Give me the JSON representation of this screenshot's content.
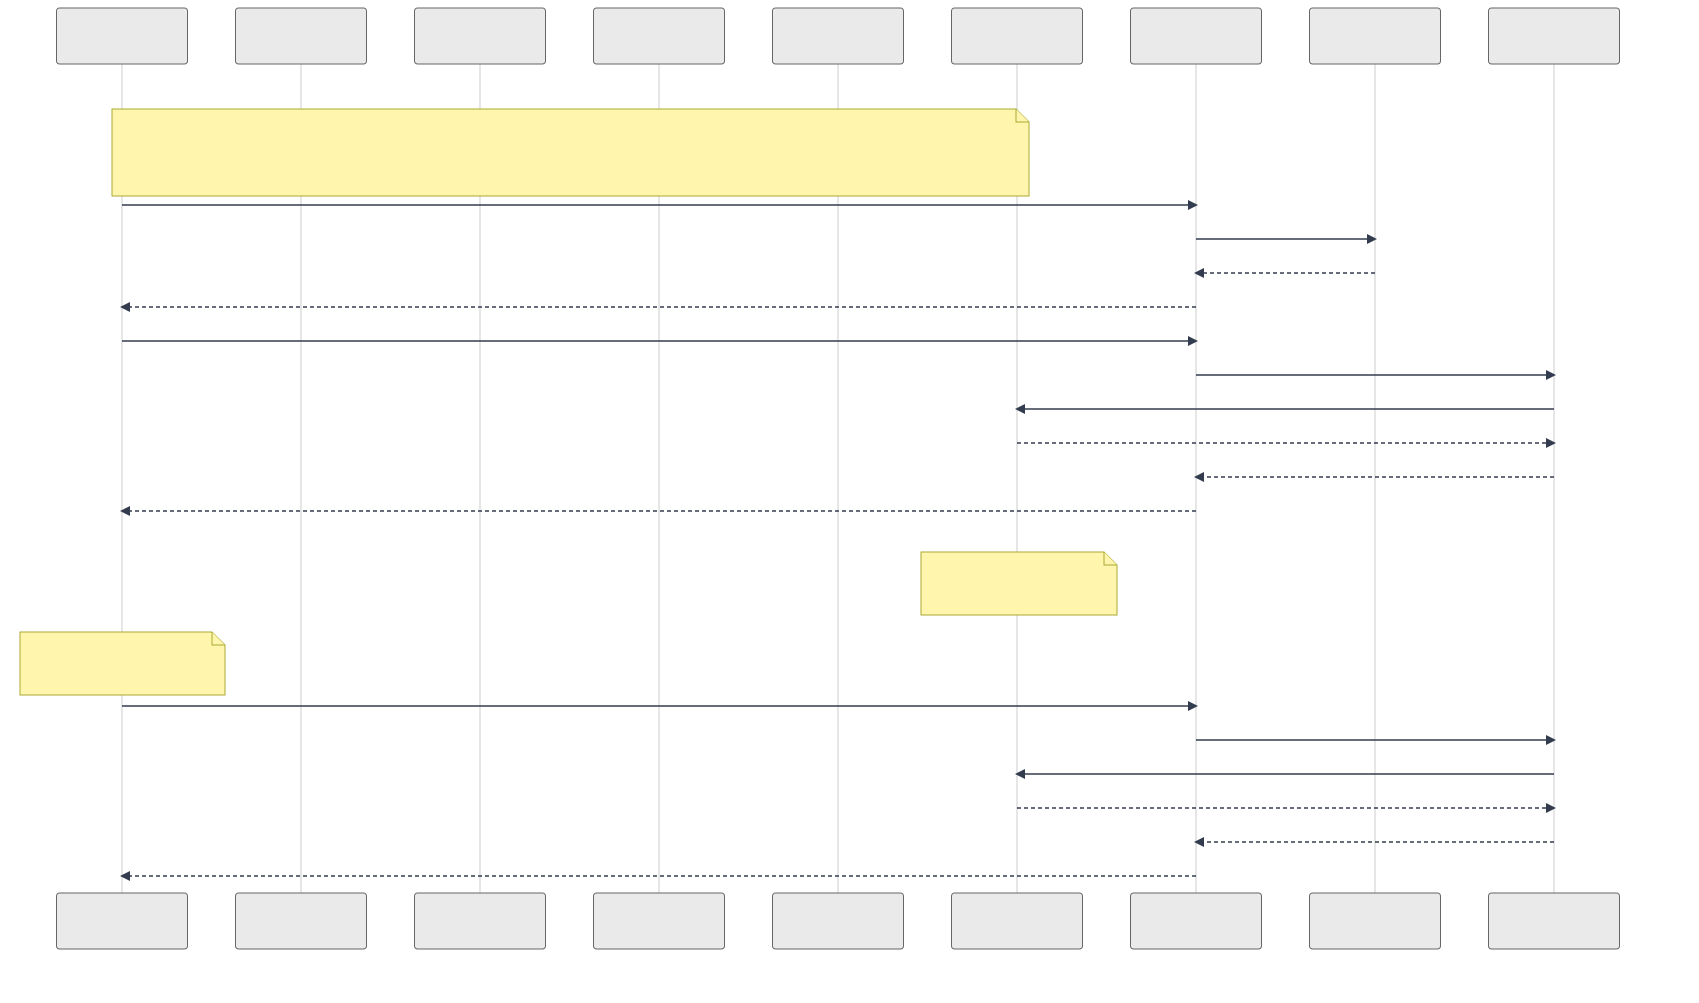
{
  "diagram": {
    "type": "sequence",
    "participants": [
      {
        "id": "p1",
        "label": ""
      },
      {
        "id": "p2",
        "label": ""
      },
      {
        "id": "p3",
        "label": ""
      },
      {
        "id": "p4",
        "label": ""
      },
      {
        "id": "p5",
        "label": ""
      },
      {
        "id": "p6",
        "label": ""
      },
      {
        "id": "p7",
        "label": ""
      },
      {
        "id": "p8",
        "label": ""
      },
      {
        "id": "p9",
        "label": ""
      }
    ],
    "notes": [
      {
        "id": "note-1",
        "text": ""
      },
      {
        "id": "note-2",
        "text": ""
      },
      {
        "id": "note-3",
        "text": ""
      }
    ],
    "messages": [
      {
        "from": "p1",
        "to": "p7",
        "style": "solid",
        "label": ""
      },
      {
        "from": "p7",
        "to": "p8",
        "style": "solid",
        "label": ""
      },
      {
        "from": "p8",
        "to": "p7",
        "style": "dashed",
        "label": ""
      },
      {
        "from": "p7",
        "to": "p1",
        "style": "dashed",
        "label": ""
      },
      {
        "from": "p1",
        "to": "p7",
        "style": "solid",
        "label": ""
      },
      {
        "from": "p7",
        "to": "p9",
        "style": "solid",
        "label": ""
      },
      {
        "from": "p9",
        "to": "p6",
        "style": "solid",
        "label": ""
      },
      {
        "from": "p6",
        "to": "p9",
        "style": "dashed",
        "label": ""
      },
      {
        "from": "p9",
        "to": "p7",
        "style": "dashed",
        "label": ""
      },
      {
        "from": "p7",
        "to": "p1",
        "style": "dashed",
        "label": ""
      },
      {
        "from": "p1",
        "to": "p7",
        "style": "solid",
        "label": ""
      },
      {
        "from": "p7",
        "to": "p9",
        "style": "solid",
        "label": ""
      },
      {
        "from": "p9",
        "to": "p6",
        "style": "solid",
        "label": ""
      },
      {
        "from": "p6",
        "to": "p9",
        "style": "dashed",
        "label": ""
      },
      {
        "from": "p9",
        "to": "p7",
        "style": "dashed",
        "label": ""
      },
      {
        "from": "p7",
        "to": "p1",
        "style": "dashed",
        "label": ""
      }
    ],
    "colors": {
      "actor_fill": "#eaeaea",
      "actor_border": "#666666",
      "note_fill": "#fff5ad",
      "note_border": "#aaaa33",
      "message_line": "#333b4e",
      "lifeline": "#cccccc"
    }
  }
}
